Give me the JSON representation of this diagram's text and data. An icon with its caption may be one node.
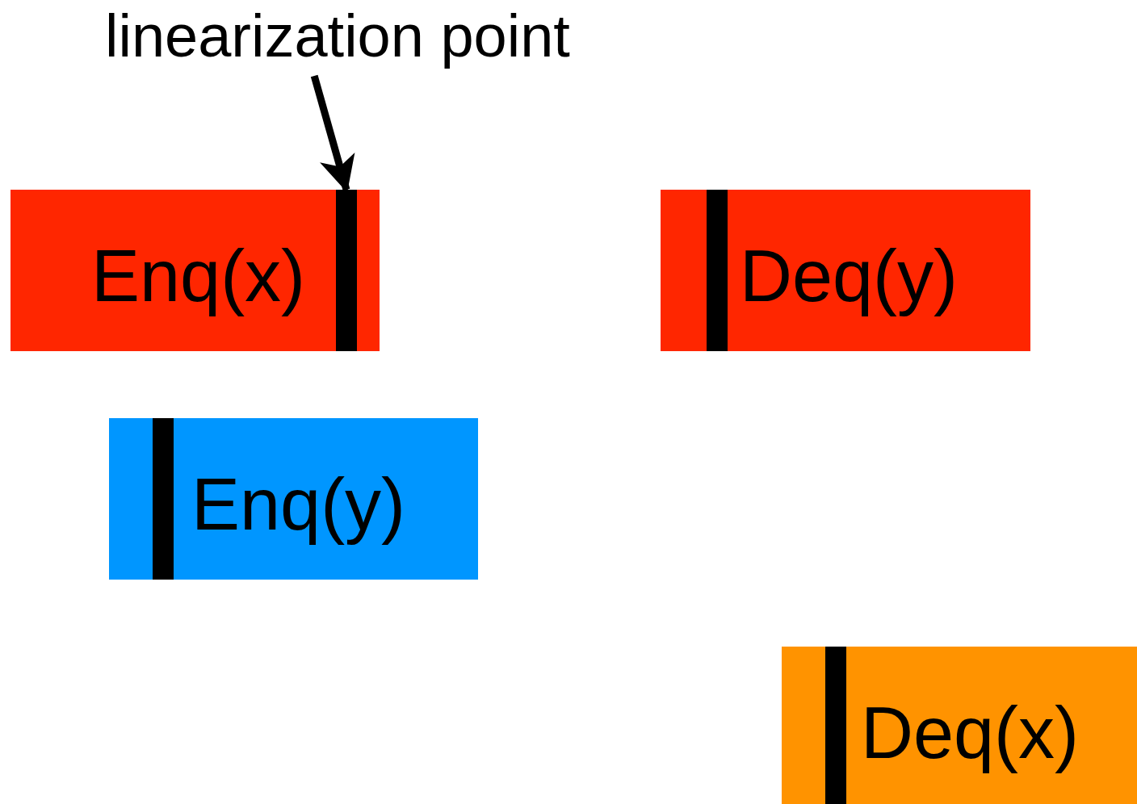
{
  "diagram": {
    "nodes": [
      {
        "text": [
          "linearization point"
        ]
      },
      {
        "text": [
          "Enq(x)"
        ]
      },
      {
        "text": [],
        "shape": "bar",
        "in": 1
      },
      {
        "text": [
          "Deq(y)"
        ]
      },
      {
        "text": [],
        "shape": "bar",
        "in": 3
      },
      {
        "text": [
          "Enq(y)"
        ]
      },
      {
        "text": [],
        "shape": "bar",
        "in": 5
      },
      {
        "text": [
          "Deq(x)"
        ]
      },
      {
        "text": [],
        "shape": "bar",
        "in": 7
      }
    ],
    "edges": [
      {
        "from": 0,
        "to": 2,
        "arrow": "to"
      }
    ]
  }
}
